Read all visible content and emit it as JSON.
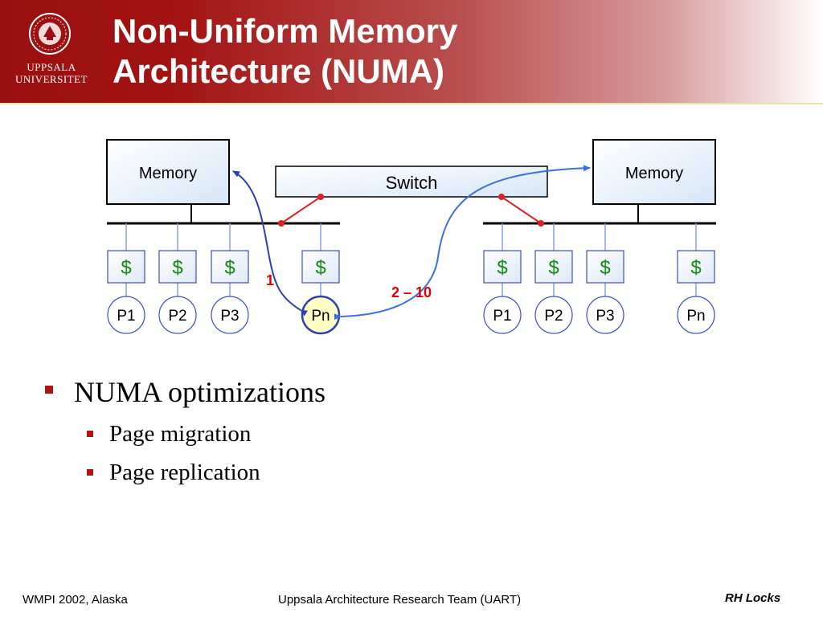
{
  "header": {
    "logo_line1": "UPPSALA",
    "logo_line2": "UNIVERSITET",
    "title_line1": "Non-Uniform Memory",
    "title_line2": "Architecture (NUMA)"
  },
  "diagram": {
    "left_memory": "Memory",
    "right_memory": "Memory",
    "switch": "Switch",
    "cache_symbol": "$",
    "left_processors": [
      "P1",
      "P2",
      "P3",
      "Pn"
    ],
    "right_processors": [
      "P1",
      "P2",
      "P3",
      "Pn"
    ],
    "local_latency": "1",
    "remote_latency": "2 – 10",
    "colors": {
      "latency_text": "#e00000",
      "local_arrow": "#2f3fb0",
      "remote_arrow": "#3b6fe0",
      "link_red": "#e02020",
      "cache_dollar": "#168a16",
      "highlight_processor": "#ffffc4"
    }
  },
  "bullets": {
    "main": "NUMA optimizations",
    "sub": [
      "Page migration",
      "Page replication"
    ]
  },
  "footer": {
    "left": "WMPI 2002, Alaska",
    "center": "Uppsala Architecture Research Team (UART)",
    "right": "RH Locks"
  }
}
